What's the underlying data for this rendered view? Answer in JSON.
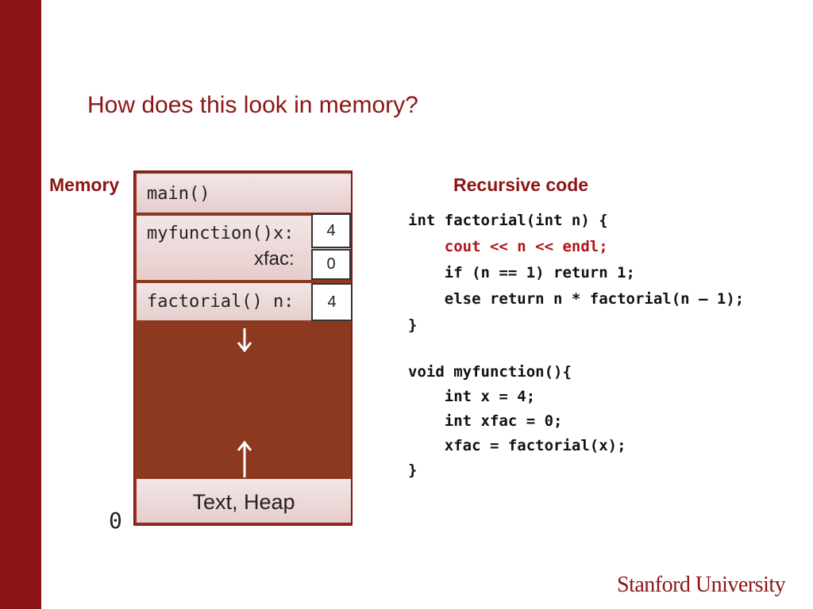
{
  "slide": {
    "title": "How does this look in memory?",
    "memory_label": "Memory",
    "code_label": "Recursive code",
    "bottom_address": "0",
    "logo": "Stanford University"
  },
  "memory": {
    "main_frame": "main()",
    "myfunction_frame": "myfunction()x:",
    "xfac_label": "xfac:",
    "x_value": "4",
    "xfac_value": "0",
    "factorial_frame": "factorial() n:",
    "n_value": "4",
    "heap_label": "Text, Heap"
  },
  "code": {
    "factorial": [
      "int factorial(int n) {",
      "    cout << n << endl;",
      "    if (n == 1) return 1;",
      "    else return n * factorial(n – 1);",
      "}"
    ],
    "myfunction": [
      "void myfunction(){",
      "    int x = 4;",
      "    int xfac = 0;",
      "    xfac = factorial(x);",
      "}"
    ]
  },
  "colors": {
    "brand": "#8c1515",
    "stack_fill": "#8b3a1f",
    "highlight_code": "#b0161a"
  }
}
